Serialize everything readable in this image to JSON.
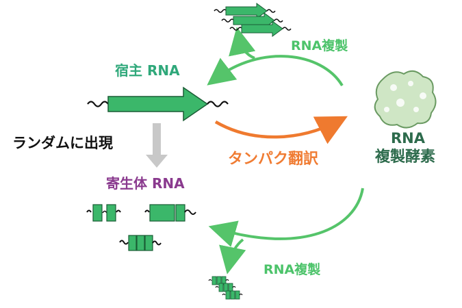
{
  "labels": {
    "host_rna": "宿主 RNA",
    "random": "ランダムに出現",
    "parasite_rna": "寄生体 RNA",
    "translation": "タンパク翻訳",
    "replication_top": "RNA複製",
    "replication_bottom": "RNA複製",
    "enzyme_line1": "RNA",
    "enzyme_line2": "複製酵素"
  },
  "colors": {
    "host_green": "#3bb76a",
    "replication_green": "#55c46a",
    "translation_orange": "#ef7a2f",
    "random_gray": "#c8c8c8",
    "parasite_purple": "#8a3a8e",
    "enzyme_fill": "#cfe6c5"
  }
}
